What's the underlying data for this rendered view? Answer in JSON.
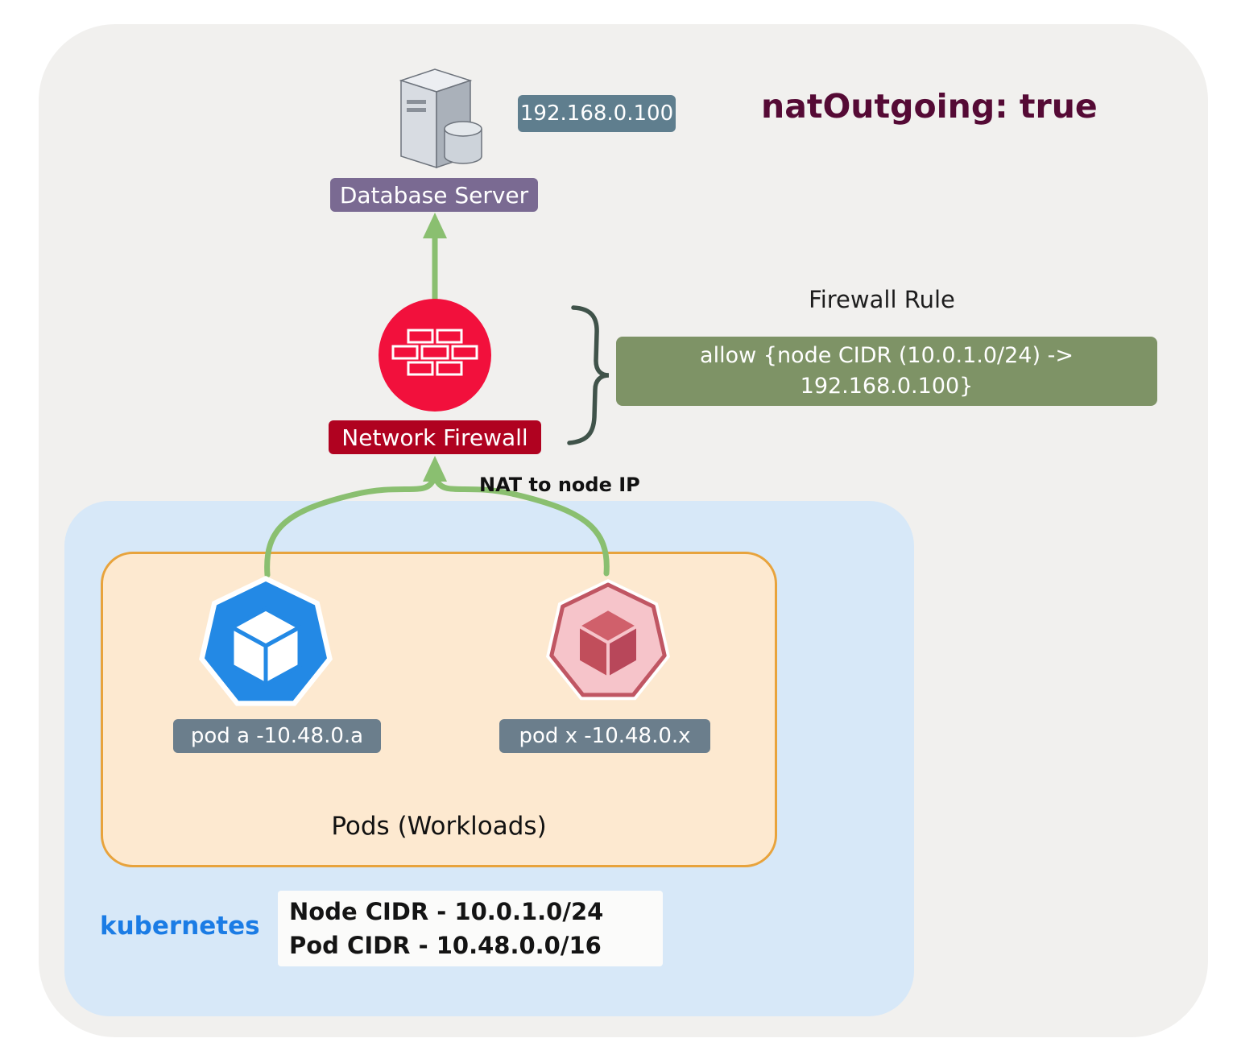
{
  "title": "natOutgoing: true",
  "database_server": {
    "ip": "192.168.0.100",
    "label": "Database Server",
    "icon": "server-database-icon"
  },
  "firewall": {
    "label": "Network Firewall",
    "icon": "brick-wall-icon",
    "rule_title": "Firewall Rule",
    "rule_line1": "allow {node CIDR (10.0.1.0/24) ->",
    "rule_line2": "192.168.0.100}"
  },
  "nat_annotation": "NAT to node IP",
  "kubernetes_cluster": {
    "name": "kubernetes",
    "node_cidr": "Node CIDR - 10.0.1.0/24",
    "pod_cidr": "Pod CIDR - 10.48.0.0/16",
    "pods_group_label": "Pods (Workloads)",
    "pods": [
      {
        "label": "pod a -10.48.0.a",
        "icon": "kubernetes-pod-icon-blue"
      },
      {
        "label": "pod x -10.48.0.x",
        "icon": "kubernetes-pod-icon-pink"
      }
    ]
  },
  "colors": {
    "title_text": "#550a35",
    "ip_badge_bg": "#5f7e8e",
    "database_label_bg": "#7a6a92",
    "firewall_circle": "#f2103c",
    "firewall_label_bg": "#b00220",
    "rule_box_bg": "#7e9366",
    "arrow_green": "#8abf70",
    "brace": "#40534a",
    "cluster_bg": "#d7e8f8",
    "pods_box_bg": "#fde9d0",
    "pods_box_border": "#e8a33c",
    "pod_label_bg": "#6b7e8c",
    "kubernetes_text": "#1b7ce5",
    "pod_blue": "#2389e5",
    "pod_pink_bg": "#f6c4ca",
    "pod_pink_border": "#c05663",
    "pod_pink_cube": "#c14e5b"
  }
}
